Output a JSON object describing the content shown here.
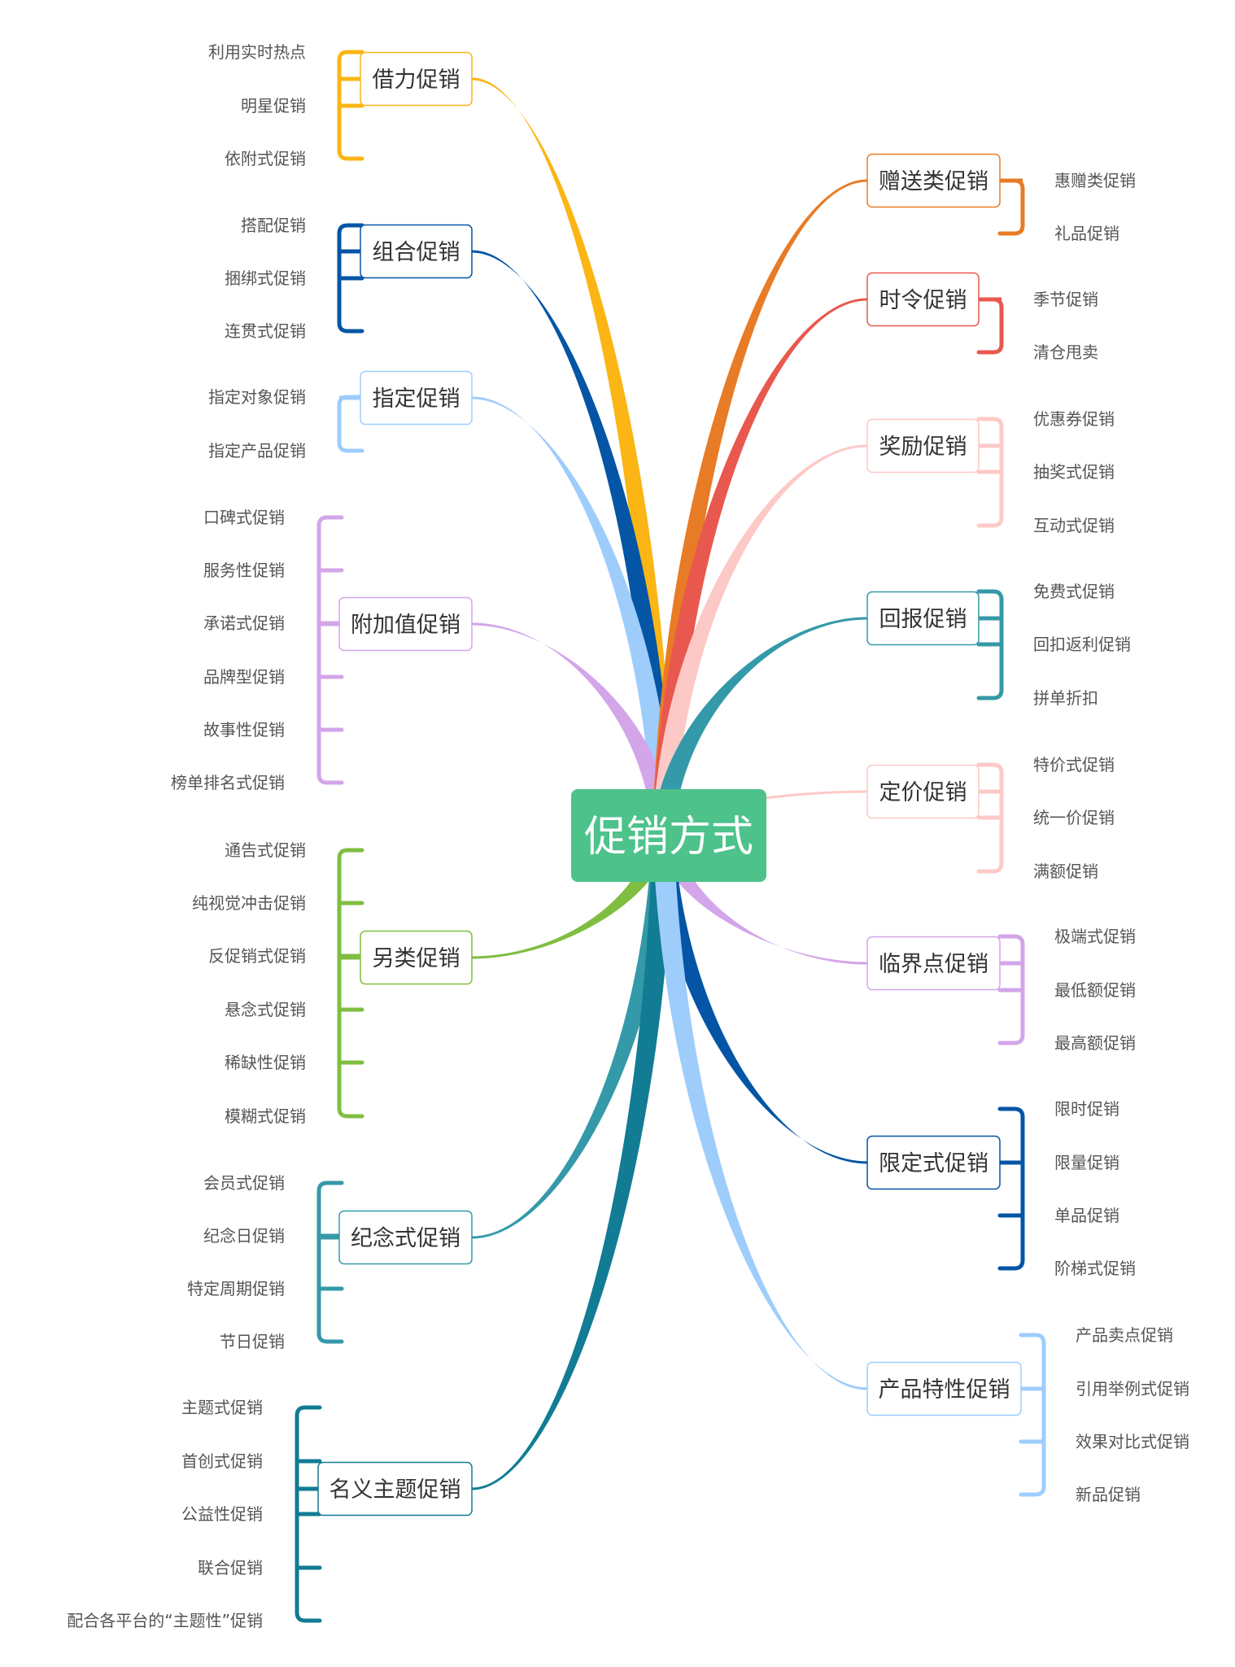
{
  "root": {
    "label": "促销方式",
    "color": "#4dc28b"
  },
  "left": [
    {
      "label": "借力促销",
      "color": "#fbb514",
      "children": [
        "利用实时热点",
        "明星促销",
        "依附式促销"
      ]
    },
    {
      "label": "组合促销",
      "color": "#0455a5",
      "children": [
        "搭配促销",
        "捆绑式促销",
        "连贯式促销"
      ]
    },
    {
      "label": "指定促销",
      "color": "#9ecdfc",
      "children": [
        "指定对象促销",
        "指定产品促销"
      ]
    },
    {
      "label": "附加值促销",
      "color": "#d3a5e9",
      "children": [
        "口碑式促销",
        "服务性促销",
        "承诺式促销",
        "品牌型促销",
        "故事性促销",
        "榜单排名式促销"
      ]
    },
    {
      "label": "另类促销",
      "color": "#7fbe41",
      "children": [
        "通告式促销",
        "纯视觉冲击促销",
        "反促销式促销",
        "悬念式促销",
        "稀缺性促销",
        "模糊式促销"
      ]
    },
    {
      "label": "纪念式促销",
      "color": "#3499a8",
      "children": [
        "会员式促销",
        "纪念日促销",
        "特定周期促销",
        "节日促销"
      ]
    },
    {
      "label": "名义主题促销",
      "color": "#117c93",
      "children": [
        "主题式促销",
        "首创式促销",
        "公益性促销",
        "联合促销",
        "配合各平台的“主题性”促销"
      ]
    }
  ],
  "right": [
    {
      "label": "赠送类促销",
      "color": "#e87b26",
      "children": [
        "惠赠类促销",
        "礼品促销"
      ]
    },
    {
      "label": "时令促销",
      "color": "#e9584e",
      "children": [
        "季节促销",
        "清仓甩卖"
      ]
    },
    {
      "label": "奖励促销",
      "color": "#fdc9c7",
      "children": [
        "优惠券促销",
        "抽奖式促销",
        "互动式促销"
      ]
    },
    {
      "label": "回报促销",
      "color": "#3499a8",
      "children": [
        "免费式促销",
        "回扣返利促销",
        "拼单折扣"
      ]
    },
    {
      "label": "定价促销",
      "color": "#fdc9c7",
      "children": [
        "特价式促销",
        "统一价促销",
        "满额促销"
      ]
    },
    {
      "label": "临界点促销",
      "color": "#d3a5e9",
      "children": [
        "极端式促销",
        "最低额促销",
        "最高额促销"
      ]
    },
    {
      "label": "限定式促销",
      "color": "#0455a5",
      "children": [
        "限时促销",
        "限量促销",
        "单品促销",
        "阶梯式促销"
      ]
    },
    {
      "label": "产品特性促销",
      "color": "#9ecdfc",
      "children": [
        "产品卖点促销",
        "引用举例式促销",
        "效果对比式促销",
        "新品促销"
      ]
    }
  ]
}
